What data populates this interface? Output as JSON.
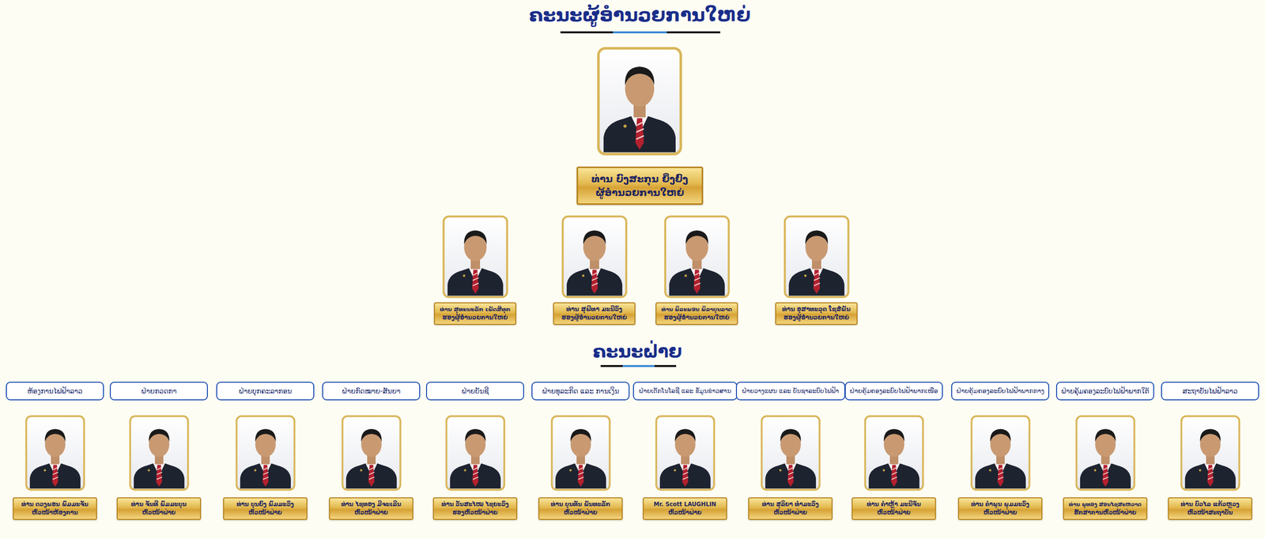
{
  "diagram": {
    "title": "ຄະນະຜູ້ອຳນວຍການໃຫຍ່",
    "nodes": [
      {
        "text": [
          "ທ່ານ ບົງສະກຸນ ຍິ່ງຍົງ",
          "ຜູ້ອຳນວຍການໃຫຍ່"
        ]
      },
      {
        "text": [
          "ທ່ານ ສຸທະນະລັກ ເພັດສີທຸກ",
          "ຮອງຜູ້ອຳນວຍການໃຫຍ່"
        ]
      },
      {
        "text": [
          "ທ່ານ ສຸພີທາ ມະນີວົງ",
          "ຮອງຜູ້ອຳນວຍການໃຫຍ່"
        ]
      },
      {
        "text": [
          "ທ່ານ ພິລະພອນ ພິລາບຸນລາດ",
          "ຮອງຜູ້ອຳນວຍການໃຫຍ່"
        ]
      },
      {
        "text": [
          "ທ່ານ ອຸສາທະວຸດ ໂຊສໍພັນ",
          "ຮອງຜູ້ອຳນວຍການໃຫຍ່"
        ]
      },
      {
        "text": [
          "ຫ້ອງການໄຟຟ້າລາວ"
        ]
      },
      {
        "text": [
          "ຝ່າຍກວດກາ"
        ]
      },
      {
        "text": [
          "ຝ່າຍບຸກຄະລາກອນ"
        ]
      },
      {
        "text": [
          "ຝ່າຍກົດໝາຍ-ສັນຍາ"
        ]
      },
      {
        "text": [
          "ຝ່າຍບັນຊີ"
        ]
      },
      {
        "text": [
          "ຝ່າຍທຸລະກິດ ແລະ ການເງິນ"
        ]
      },
      {
        "text": [
          "ຝ່າຍເຕັກໂນໂລຊີ ແລະ ຂໍ້ມູນຂ່າວສານ"
        ]
      },
      {
        "text": [
          "ຝ່າຍວາງແຜນ ແລະ ບັນຊາລະບົບໄຟຟ້າ"
        ]
      },
      {
        "text": [
          "ຝ່າຍຄຸ້ມຄອງລະບົບໄຟຟ້າພາກເໜືອ"
        ]
      },
      {
        "text": [
          "ຝ່າຍຄຸ້ມຄອງລະບົບໄຟຟ້າພາກກາງ"
        ]
      },
      {
        "text": [
          "ຝ່າຍຄຸ້ມຄອງລະບົບໄຟຟ້າພາກໃຕ້"
        ]
      },
      {
        "text": [
          "ສະຖາບັນໄຟຟ້າລາວ"
        ]
      },
      {
        "text": [
          "ທ່ານ ດວງພອນ ພົມມະຈັນ",
          "ຫົວໜ້າຫ້ອງການ"
        ]
      },
      {
        "text": [
          "ທ່ານ ຈັນທີ ພົມມະບຸນ",
          "ຫົວໜ້າຝ່າຍ"
        ]
      },
      {
        "text": [
          "ທ່ານ ບຸນຍົງ ພົມມະວົງ",
          "ຫົວໜ້າຝ່າຍ"
        ]
      },
      {
        "text": [
          "ທ່ານ ໄຊທອງ ມີຈະເລີນ",
          "ຫົວໜ້າຝ່າຍ"
        ]
      },
      {
        "text": [
          "ທ່ານ ວັນສະໄໝ ໄຊຍະວົງ",
          "ຮອງຫົວໜ້າຝ່າຍ"
        ]
      },
      {
        "text": [
          "ທ່ານ ບຸນທັນ ພັນທະລັກ",
          "ຫົວໜ້າຝ່າຍ"
        ]
      },
      {
        "text": [
          "Mr. Scott LAUGHLIN",
          "ຫົວໜ້າຝ່າຍ"
        ]
      },
      {
        "text": [
          "ທ່ານ ສຸລິຍາ ທຳມະວົງ",
          "ຫົວໜ້າຝ່າຍ"
        ]
      },
      {
        "text": [
          "ທ່ານ ຄຳຫຼ້າ ມະນີຈັນ",
          "ຫົວໜ້າຝ່າຍ"
        ]
      },
      {
        "text": [
          "ທ່ານ ຄຳພູນ ພູມມະວົງ",
          "ຫົວໜ້າຝ່າຍ"
        ]
      },
      {
        "text": [
          "ທ່ານ ພູທອງ ສອນໄຊສະຫວາດ",
          "ຮັກສາການຫົວໜ້າຝ່າຍ"
        ]
      },
      {
        "text": [
          "ທ່ານ ບົວໄລ ແກ້ວຫຼວງ",
          "ຫົວໜ້າສະຖາບັນ"
        ]
      }
    ],
    "labels": [
      "ຄະນະຝ່າຍ"
    ]
  }
}
